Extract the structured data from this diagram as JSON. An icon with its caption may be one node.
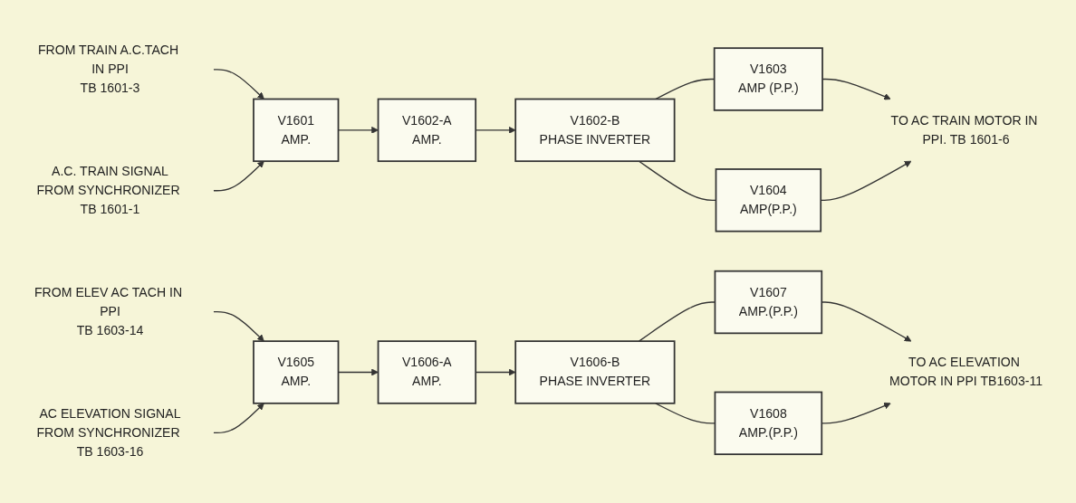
{
  "diagram": {
    "nodes": [
      {
        "text": [
          "FROM TRAIN A.C.TACH IN PPI",
          "TB 1601-3"
        ]
      },
      {
        "text": [
          "A.C. TRAIN SIGNAL",
          "FROM SYNCHRONIZER TB 1601-1"
        ]
      },
      {
        "text": [
          "V1601",
          "AMP."
        ]
      },
      {
        "text": [
          "V1602-A",
          "AMP."
        ]
      },
      {
        "text": [
          "V1602-B",
          "PHASE INVERTER"
        ]
      },
      {
        "text": [
          "V1603",
          "AMP (P.P.)"
        ]
      },
      {
        "text": [
          "V1604",
          "AMP(P.P.)"
        ]
      },
      {
        "text": [
          "TO AC TRAIN MOTOR IN PPI. TB 1601-6"
        ]
      },
      {
        "text": [
          "FROM ELEV AC TACH IN PPI",
          "TB 1603-14"
        ]
      },
      {
        "text": [
          "AC ELEVATION SIGNAL",
          "FROM SYNCHRONIZER TB 1603-16"
        ]
      },
      {
        "text": [
          "V1605",
          "AMP."
        ]
      },
      {
        "text": [
          "V1606-A",
          "AMP."
        ]
      },
      {
        "text": [
          "V1606-B",
          "PHASE INVERTER"
        ]
      },
      {
        "text": [
          "V1607",
          "AMP.(P.P.)"
        ]
      },
      {
        "text": [
          "V1608",
          "AMP.(P.P.)"
        ]
      },
      {
        "text": [
          "TO AC ELEVATION MOTOR IN PPI TB1603-11"
        ]
      }
    ],
    "edges": [
      {
        "from": 0,
        "to": 2,
        "arrow": "to"
      },
      {
        "from": 1,
        "to": 2,
        "arrow": "to"
      },
      {
        "from": 2,
        "to": 3,
        "arrow": "to"
      },
      {
        "from": 3,
        "to": 4,
        "arrow": "to"
      },
      {
        "from": 4,
        "to": 5,
        "arrow": "none"
      },
      {
        "from": 4,
        "to": 6,
        "arrow": "none"
      },
      {
        "from": 5,
        "to": 7,
        "arrow": "to"
      },
      {
        "from": 6,
        "to": 7,
        "arrow": "to"
      },
      {
        "from": 8,
        "to": 10,
        "arrow": "to"
      },
      {
        "from": 9,
        "to": 10,
        "arrow": "to"
      },
      {
        "from": 10,
        "to": 11,
        "arrow": "to"
      },
      {
        "from": 11,
        "to": 12,
        "arrow": "to"
      },
      {
        "from": 12,
        "to": 13,
        "arrow": "none"
      },
      {
        "from": 12,
        "to": 14,
        "arrow": "none"
      },
      {
        "from": 13,
        "to": 15,
        "arrow": "to"
      },
      {
        "from": 14,
        "to": 15,
        "arrow": "to"
      }
    ]
  }
}
